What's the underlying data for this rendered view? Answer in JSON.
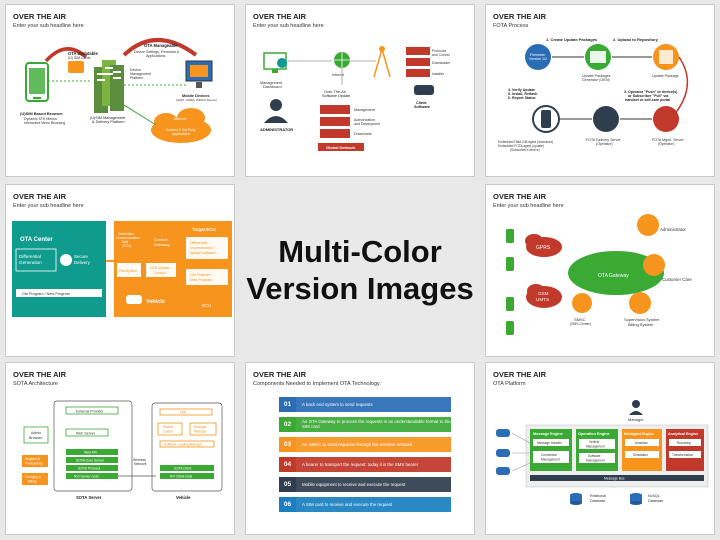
{
  "center_title": {
    "line1": "Multi-Color",
    "line2": "Version Images"
  },
  "colors": {
    "green": "#3aaa35",
    "orange": "#f7941d",
    "red": "#c0392b",
    "teal": "#0f9b8e",
    "blue": "#2a6db5",
    "dark": "#2f3e4e"
  },
  "slides": [
    {
      "title": "OVER THE AIR",
      "subtitle": "Enter your sub headline here",
      "labels": {
        "ota_updatable": "OTA Updatable",
        "sim_cards": "(U) SIM Cards",
        "ota_manageable": "OTA Manageable",
        "device_settings": "Device Settings, Firmware &",
        "applications": "Applications",
        "dmp1": "Device",
        "dmp2": "Management",
        "dmp3": "Platform",
        "mobile_devices": "Mobile Devices",
        "mobile_devices_sub": "(GSM, CDMA, WiMAX Device)",
        "internet": "Internet",
        "content_apps1": "Content & 3rd Party",
        "content_apps2": "Applications",
        "browser": "(U)SIM Based Browser",
        "browser_b1": "Dynamic STK Menus",
        "browser_b2": "Interactive Menu Browsing",
        "mgmt1": "(U)SIM Management",
        "mgmt2": "& Delivery Platform"
      }
    },
    {
      "title": "OVER THE AIR",
      "subtitle": "Enter your sub headline here",
      "labels": {
        "dashboard1": "Management",
        "dashboard2": "Dashboard",
        "internet": "Internet",
        "ota1": "Over-The-Air",
        "ota2": "Software Update",
        "protocols1": "Protocols",
        "protocols2": "and Control",
        "downloader": "Downloader",
        "installer": "Installer",
        "client1": "Client",
        "client2": "Software",
        "administrator": "ADMINISTRATOR",
        "management": "Management",
        "auth1": "Authorization",
        "auth2": "and Deployment",
        "downloads": "Downloads",
        "global_network": "Global Network"
      }
    },
    {
      "title": "OVER THE AIR",
      "subtitle": "FOTA Process",
      "labels": {
        "step1": "1. Create Update Packages",
        "step2": "2. Upload to Repository",
        "firmware1": "Firmware",
        "firmware2": "Version 1/2",
        "generator1": "Update Packages",
        "generator2": "Generator (OEM)",
        "update_package": "Update Package",
        "step3a": "3. Operator \"Push\" to device(s)",
        "step3b": "or Subscriber \"Pull\" via",
        "step3c": "handset or self-care portal",
        "step4a": "4. Verify Update",
        "step4b": "5. Install, Reflash",
        "step4c": "6. Report Status",
        "agent1": "Embedded DMA-DM agent (download)",
        "agent2": "Embedded FOTA agent (update)",
        "agent3": "(Subscriber's device)",
        "delivery1": "FOTA Delivery Server",
        "delivery2": "(Operator)",
        "mgmt1": "FOTA Mgmt. Server",
        "mgmt2": "(Operator)"
      }
    },
    {
      "title": "OVER THE AIR",
      "subtitle": "Enter your sub headline here",
      "labels": {
        "ota_center": "OTA Center",
        "diff1": "Differential",
        "diff2": "Generation",
        "secure1": "Secure",
        "secure2": "Delivery",
        "old_new": "Old Program / New Program",
        "tcu1": "Telematics",
        "tcu2": "Communication",
        "tcu3": "Unit",
        "tcu4": "(TCU)",
        "reception": "Reception",
        "gateway1": "Central",
        "gateway2": "Gateway",
        "ota_ctrl1": "OTA Update",
        "ota_ctrl2": "Control",
        "target": "Target ECU",
        "recon1": "Differential",
        "recon2": "reconstruction /",
        "recon3": "update software",
        "old_new2a": "Old Program /",
        "old_new2b": "New Program",
        "ecu": "ECU",
        "vehicle": "Vehicle"
      }
    },
    {
      "title": "OVER THE AIR",
      "subtitle": "Enter your sub headline here",
      "labels": {
        "administrator": "Administrator",
        "gprs": "GPRS",
        "ota_gateway": "OTA Gateway",
        "customer_care": "Customer Care",
        "gsm": "GSM",
        "umts": "UMTS",
        "smsc1": "SMSC",
        "smsc2": "(SMS-Center)",
        "supervision1": "Supervision System",
        "supervision2": "Billing System"
      }
    },
    {
      "title": "OVER THE AIR",
      "subtitle": "SOTA Architecture",
      "labels": {
        "ext_provider": "External Provider",
        "admin1": "Admin",
        "admin2": "Browser",
        "web_server": "Web Server",
        "web_api": "Web API",
        "sota_core": "SOTA Core Server",
        "sota_protocol": "SOTA Protocol",
        "rvi_server": "RVI Server node",
        "register1": "Register &",
        "register2": "Provisioning",
        "charging1": "Charging &",
        "charging2": "Billing",
        "wireless1": "Wireless",
        "wireless2": "Network",
        "hmi": "HMI",
        "module1": "Module",
        "module2": "Loader",
        "package1": "Package",
        "package2": "Manager",
        "sw_loading": "Software Loading Manager",
        "sota_client": "SOTA Client",
        "rvi_client": "RVI Client node",
        "sota_server": "SOTA Server",
        "vehicle": "Vehicle"
      }
    },
    {
      "title": "OVER THE AIR",
      "subtitle": "Components Needed to Implement OTA Technology.",
      "items": [
        {
          "num": "01",
          "text": "A back end system to send requests"
        },
        {
          "num": "02",
          "text": "An OTA Gateway to process the requests in an understandable format to the SIM card"
        },
        {
          "num": "03",
          "text": "An SMSC to send requests through the wireless network"
        },
        {
          "num": "04",
          "text": "A bearer to transport the request: today it is the SMS bearer"
        },
        {
          "num": "05",
          "text": "Mobile equipment to receive and execute the request"
        },
        {
          "num": "06",
          "text": "A SIM card to receive and execute the request"
        }
      ]
    },
    {
      "title": "OVER THE AIR",
      "subtitle": "OTA Platform",
      "labels": {
        "manager": "Manager",
        "message_engine": "Message Engine",
        "message_handler": "Message Handler",
        "connection_mgmt1": "Connection",
        "connection_mgmt2": "Management",
        "operation_engine": "Operation Engine",
        "vehicle_mgmt1": "Vehicle",
        "vehicle_mgmt2": "Management",
        "software_mgmt1": "Software",
        "software_mgmt2": "Management",
        "intelligent_engine": "Intelligent Engine",
        "analytics": "Analytics",
        "simulation": "Simulation",
        "analytical_engine": "Analytical Engine",
        "reporting": "Reporting",
        "transformation": "Transformation",
        "message_bus": "Message Bus",
        "relational1": "Relational",
        "relational2": "Database",
        "nosql1": "NoSQL",
        "nosql2": "Database"
      }
    }
  ]
}
